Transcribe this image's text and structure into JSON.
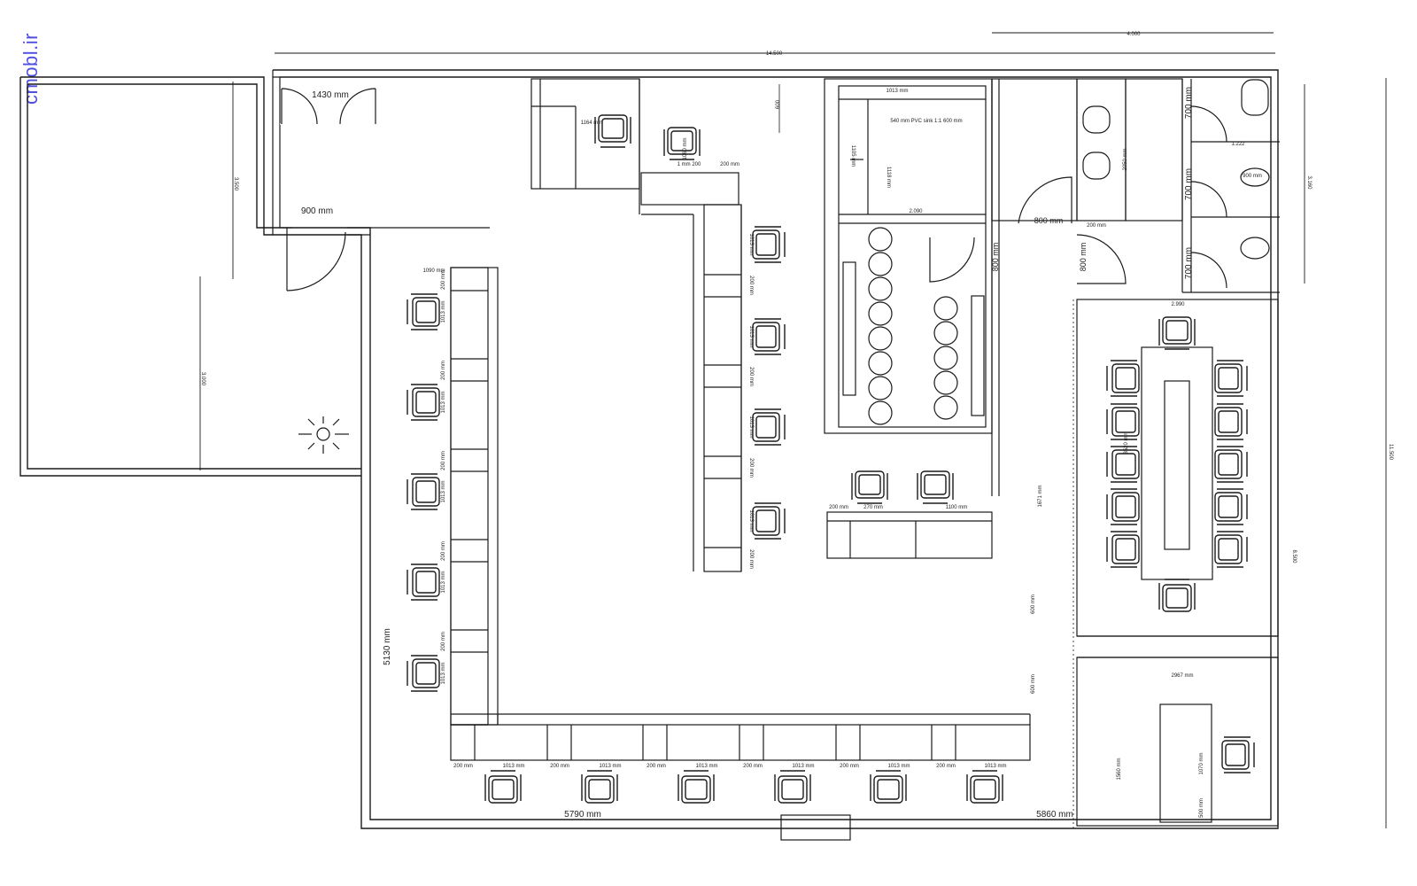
{
  "watermark": "cmobl.ir",
  "dimensions": {
    "overall_width": "14.500",
    "top_right": "4.000",
    "left_room_depth": "3.500",
    "left_room_height": "3.000",
    "right_side_top": "3.160",
    "right_side_total": "11.500",
    "right_side_mid": "8.500",
    "entrance_door": "1430 mm",
    "lobby_door": "900 mm",
    "left_wall": "5130 mm",
    "bottom_wall": "5790 mm",
    "corridor_bottom": "5860 mm",
    "kitchen_top": "1013 mm",
    "kitchen_counter": "540 mm PVC sink 1:1 600 mm",
    "kitchen_left": "1105 mm",
    "kitchen_inner": "1118 mm",
    "kitchen_width": "2.090",
    "kitchen_door": "800 mm",
    "wc_door": "800 mm",
    "wc_door2": "800 mm",
    "wc_width": "200 mm",
    "wc_gap": "1.222",
    "wc_vertical": "2050 mm",
    "wc_stall1": "700 mm",
    "wc_stall2": "700 mm",
    "wc_stall3": "700 mm",
    "wc_basin": "900 mm",
    "meeting_width": "2.990",
    "meeting_table": "3520 mm",
    "manager_room": "2967 mm",
    "manager_height": "1560 mm",
    "manager_desk": "1070 mm",
    "manager_desk_small": "500 mm",
    "corridor_a": "1671 mm",
    "corridor_b": "600 mm",
    "corridor_c": "600 mm",
    "top_desk_a": "1164 mm",
    "top_desk_b": "1060 mm",
    "top_desk_c": "1 mm 200",
    "top_desk_d": "200 mm",
    "top_desk_e": "600",
    "left_desk_top": "1090 mm",
    "desk_gap": "200 mm",
    "desk_size": "1013 mm",
    "counter_a": "200 mm",
    "counter_b": "270 mm",
    "counter_c": "1100 mm"
  }
}
